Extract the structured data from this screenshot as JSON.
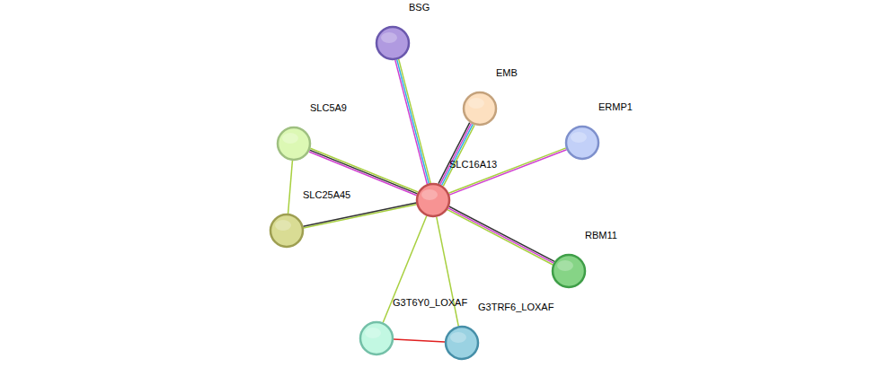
{
  "diagram": {
    "nodes": [
      {
        "text": [
          "BSG"
        ]
      },
      {
        "text": [
          "EMB"
        ]
      },
      {
        "text": [
          "ERMP1"
        ]
      },
      {
        "text": [
          "SLC5A9"
        ]
      },
      {
        "text": [
          "SLC16A13"
        ]
      },
      {
        "text": [
          "SLC25A45"
        ]
      },
      {
        "text": [
          "RBM11"
        ]
      },
      {
        "text": [
          "G3T6Y0_LOXAF"
        ]
      },
      {
        "text": [
          "G3TRF6_LOXAF"
        ]
      }
    ],
    "edges": [
      {
        "from": 4,
        "to": 0,
        "arrow": "none"
      },
      {
        "from": 4,
        "to": 1,
        "arrow": "none"
      },
      {
        "from": 4,
        "to": 2,
        "arrow": "none"
      },
      {
        "from": 4,
        "to": 3,
        "arrow": "none"
      },
      {
        "from": 4,
        "to": 5,
        "arrow": "none"
      },
      {
        "from": 4,
        "to": 6,
        "arrow": "none"
      },
      {
        "from": 4,
        "to": 7,
        "arrow": "none"
      },
      {
        "from": 4,
        "to": 8,
        "arrow": "none"
      },
      {
        "from": 3,
        "to": 5,
        "arrow": "none"
      },
      {
        "from": 7,
        "to": 8,
        "arrow": "none"
      }
    ]
  }
}
